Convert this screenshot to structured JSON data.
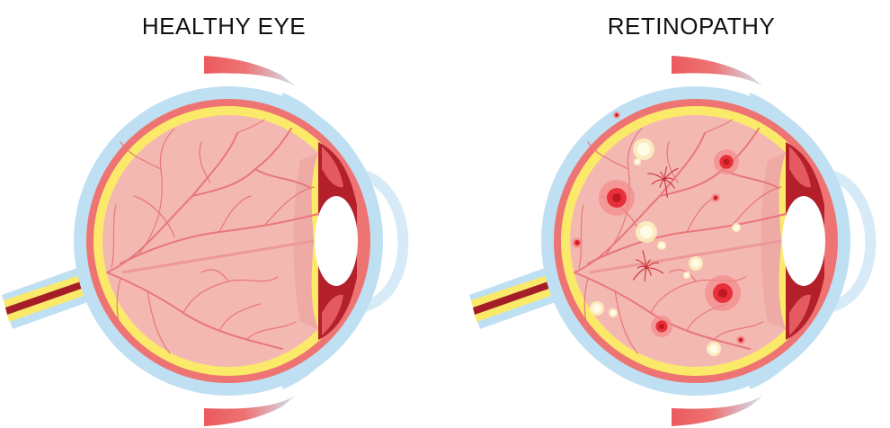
{
  "panels": [
    {
      "title": "HEALTHY EYE",
      "condition": "healthy"
    },
    {
      "title": "RETINOPATHY",
      "condition": "retinopathy"
    }
  ],
  "colors": {
    "sclera": "#bfe0f2",
    "choroid": "#ee7373",
    "retina": "#fbea6a",
    "vitreous": "#f4b8b2",
    "vessel": "#e8777a",
    "ciliary": "#b3202a",
    "lesion": "#e8303a",
    "exudate": "#fbf3c0"
  }
}
